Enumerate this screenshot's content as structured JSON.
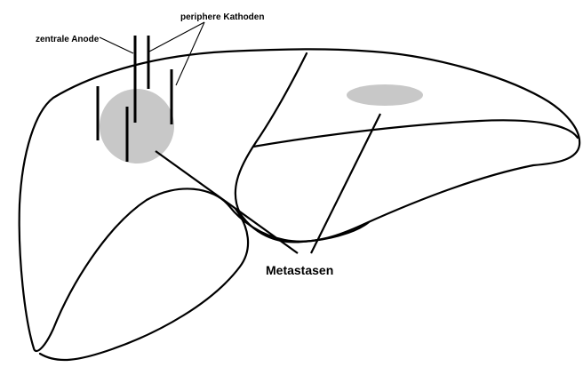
{
  "labels": {
    "peripheral_cathodes": "periphere Kathoden",
    "central_anode": "zentrale Anode",
    "metastases": "Metastasen"
  },
  "colors": {
    "outline": "#000000",
    "metastasis_fill": "#c8c8c8",
    "background": "#ffffff"
  }
}
